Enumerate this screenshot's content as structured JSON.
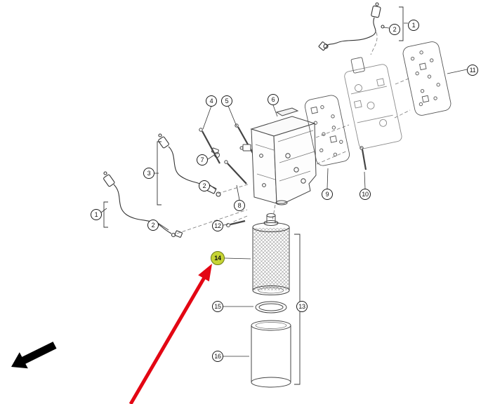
{
  "diagram": {
    "callouts": [
      {
        "label": "1"
      },
      {
        "label": "2"
      },
      {
        "label": "11"
      },
      {
        "label": "4"
      },
      {
        "label": "5"
      },
      {
        "label": "6"
      },
      {
        "label": "7"
      },
      {
        "label": "2"
      },
      {
        "label": "3"
      },
      {
        "label": "8"
      },
      {
        "label": "9"
      },
      {
        "label": "10"
      },
      {
        "label": "1"
      },
      {
        "label": "2"
      },
      {
        "label": "12"
      },
      {
        "label": "14",
        "highlighted": true
      },
      {
        "label": "15"
      },
      {
        "label": "13"
      },
      {
        "label": "16"
      }
    ],
    "highlighted_part": "14",
    "colors": {
      "highlight_fill": "#c6d433",
      "highlight_border": "#6f7c18",
      "pointer_arrow": "#e30613",
      "direction_arrow": "#000000",
      "line_art": "#444444",
      "background": "#ffffff"
    }
  }
}
